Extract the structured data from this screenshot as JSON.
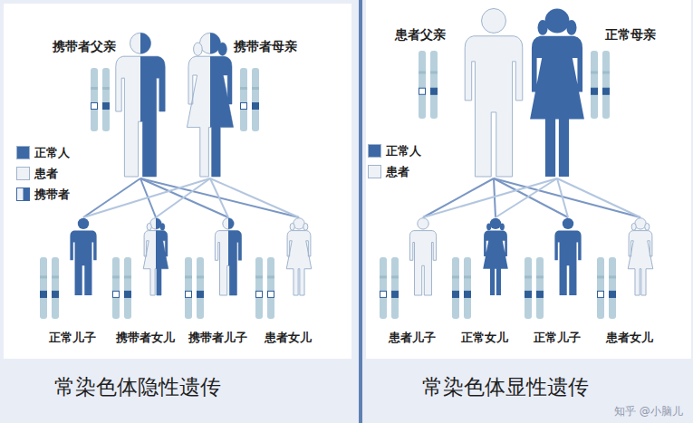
{
  "diagram": {
    "nodes": [
      {
        "text": [
          "携带者父亲"
        ]
      },
      {
        "text": [
          "携带者母亲"
        ]
      },
      {
        "text": [
          "正常儿子"
        ]
      },
      {
        "text": [
          "携带者女儿"
        ]
      },
      {
        "text": [
          "携带者儿子"
        ]
      },
      {
        "text": [
          "患者女儿"
        ]
      },
      {
        "text": [
          "患者父亲"
        ]
      },
      {
        "text": [
          "正常母亲"
        ]
      },
      {
        "text": [
          "患者儿子"
        ]
      },
      {
        "text": [
          "正常女儿"
        ]
      },
      {
        "text": [
          "正常儿子"
        ]
      },
      {
        "text": [
          "患者女儿"
        ]
      }
    ],
    "edges": [
      {
        "from": 0,
        "to": 2,
        "arrow": "none"
      },
      {
        "from": 0,
        "to": 3,
        "arrow": "none"
      },
      {
        "from": 0,
        "to": 4,
        "arrow": "none"
      },
      {
        "from": 0,
        "to": 5,
        "arrow": "none"
      },
      {
        "from": 1,
        "to": 2,
        "arrow": "none"
      },
      {
        "from": 1,
        "to": 3,
        "arrow": "none"
      },
      {
        "from": 1,
        "to": 4,
        "arrow": "none"
      },
      {
        "from": 1,
        "to": 5,
        "arrow": "none"
      },
      {
        "from": 6,
        "to": 8,
        "arrow": "none"
      },
      {
        "from": 6,
        "to": 9,
        "arrow": "none"
      },
      {
        "from": 6,
        "to": 10,
        "arrow": "none"
      },
      {
        "from": 6,
        "to": 11,
        "arrow": "none"
      },
      {
        "from": 7,
        "to": 8,
        "arrow": "none"
      },
      {
        "from": 7,
        "to": 9,
        "arrow": "none"
      },
      {
        "from": 7,
        "to": 10,
        "arrow": "none"
      },
      {
        "from": 7,
        "to": 11,
        "arrow": "none"
      }
    ],
    "labels": [
      "常染色体隐性遗传",
      "常染色体显性遗传",
      "知乎 @小脑儿"
    ],
    "legend": [
      {
        "text": "正常人",
        "color": "#3c68a6"
      },
      {
        "text": "患者",
        "color": "#eef2f7"
      },
      {
        "text": "携带者"
      },
      {
        "text": "正常人",
        "color": "#3c68a6"
      },
      {
        "text": "患者",
        "color": "#eef2f7"
      }
    ]
  }
}
